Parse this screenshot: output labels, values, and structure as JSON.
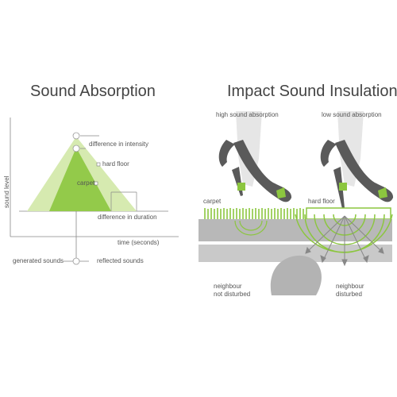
{
  "left": {
    "title": "Sound Absorption",
    "y_axis_label": "sound level",
    "x_axis_label": "time (seconds)",
    "labels": {
      "difference_in_intensity": "difference in intensity",
      "hard_floor": "hard floor",
      "carpet": "carpet",
      "difference_in_duration": "difference in duration",
      "generated_sounds": "generated sounds",
      "reflected_sounds": "reflected sounds"
    }
  },
  "right": {
    "title": "Impact Sound Insulation",
    "labels": {
      "high_sound_absorption": "high sound absorption",
      "low_sound_absorption": "low sound absorption",
      "carpet": "carpet",
      "hard_floor": "hard floor",
      "neighbour_not_disturbed": "neighbour\nnot disturbed",
      "neighbour_disturbed": "neighbour\ndisturbed"
    }
  },
  "colors": {
    "accent_green": "#8cc63f",
    "light_green": "#d6eab0",
    "floor_gray": "#b8b8b8",
    "dark_gray": "#555555"
  }
}
